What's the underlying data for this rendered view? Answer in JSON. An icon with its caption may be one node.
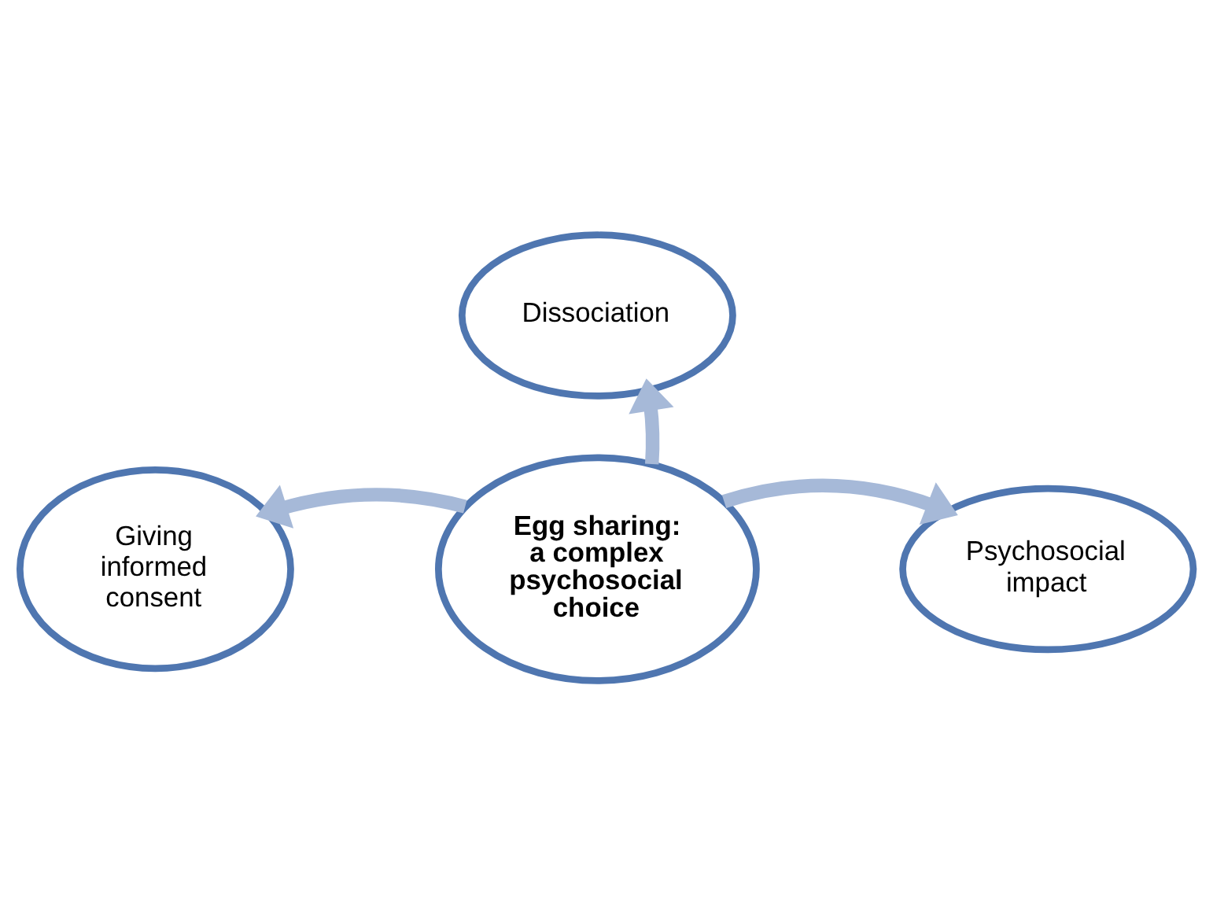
{
  "diagram": {
    "nodes": [
      {
        "text": [
          "Dissociation"
        ]
      },
      {
        "text": [
          "Egg sharing: a complex psychosocial choice"
        ]
      },
      {
        "text": [
          "Giving informed consent"
        ]
      },
      {
        "text": [
          "Psychosocial impact"
        ]
      }
    ],
    "edges": [
      {
        "from": 1,
        "to": 0,
        "arrow": "to"
      },
      {
        "from": 1,
        "to": 2,
        "arrow": "to"
      },
      {
        "from": 1,
        "to": 3,
        "arrow": "to"
      }
    ]
  }
}
